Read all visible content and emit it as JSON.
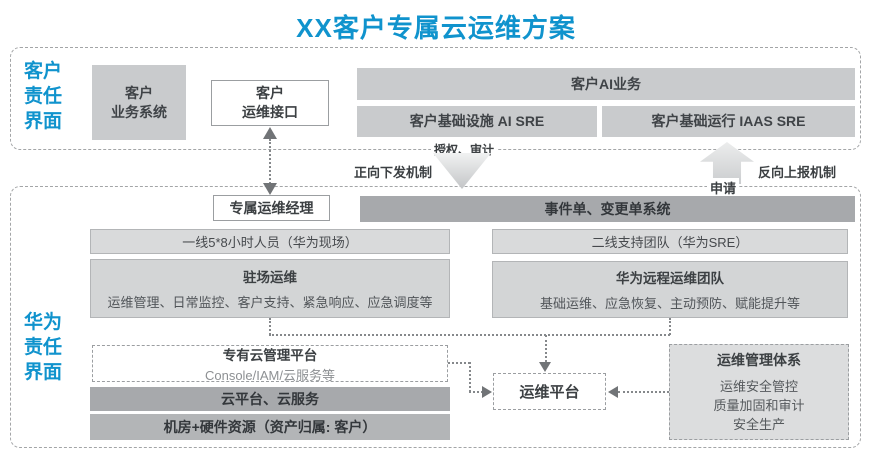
{
  "title": "XX客户专属云运维方案",
  "colors": {
    "accent_blue": "#1093cd",
    "box_gray": "#c9cbcd",
    "bar_dark_gray": "#a7a9ac",
    "panel_light_gray": "#dcddde"
  },
  "customer_section": {
    "label_lines": [
      "客户",
      "责任",
      "界面"
    ],
    "business_system_lines": [
      "客户",
      "业务系统"
    ],
    "om_interface_lines": [
      "客户",
      "运维接口"
    ],
    "ai_business": "客户AI业务",
    "ai_sre": "客户基础设施 AI SRE",
    "iaas_sre": "客户基础运行 IAAS SRE"
  },
  "flow": {
    "auth_audit": "授权、审计",
    "forward_mechanism": "正向下发机制",
    "apply": "申请",
    "reverse_mechanism": "反向上报机制"
  },
  "huawei_section": {
    "label_lines": [
      "华为",
      "责任",
      "界面"
    ],
    "om_manager": "专属运维经理",
    "ticket_system": "事件单、变更单系统",
    "frontline_team": "一线5*8小时人员（华为现场）",
    "onsite_om": {
      "title": "驻场运维",
      "desc": "运维管理、日常监控、客户支持、紧急响应、应急调度等"
    },
    "secondline_team": "二线支持团队（华为SRE）",
    "remote_team": {
      "title": "华为远程运维团队",
      "desc": "基础运维、应急恢复、主动预防、赋能提升等"
    },
    "cloud_mgmt_platform": {
      "title": "专有云管理平台",
      "desc": "Console/IAM/云服务等"
    },
    "cloud_platform": "云平台、云服务",
    "datacenter": "机房+硬件资源（资产归属: 客户）",
    "om_platform": "运维平台",
    "om_system": {
      "title": "运维管理体系",
      "lines": [
        "运维安全管控",
        "质量加固和审计",
        "安全生产"
      ]
    }
  }
}
